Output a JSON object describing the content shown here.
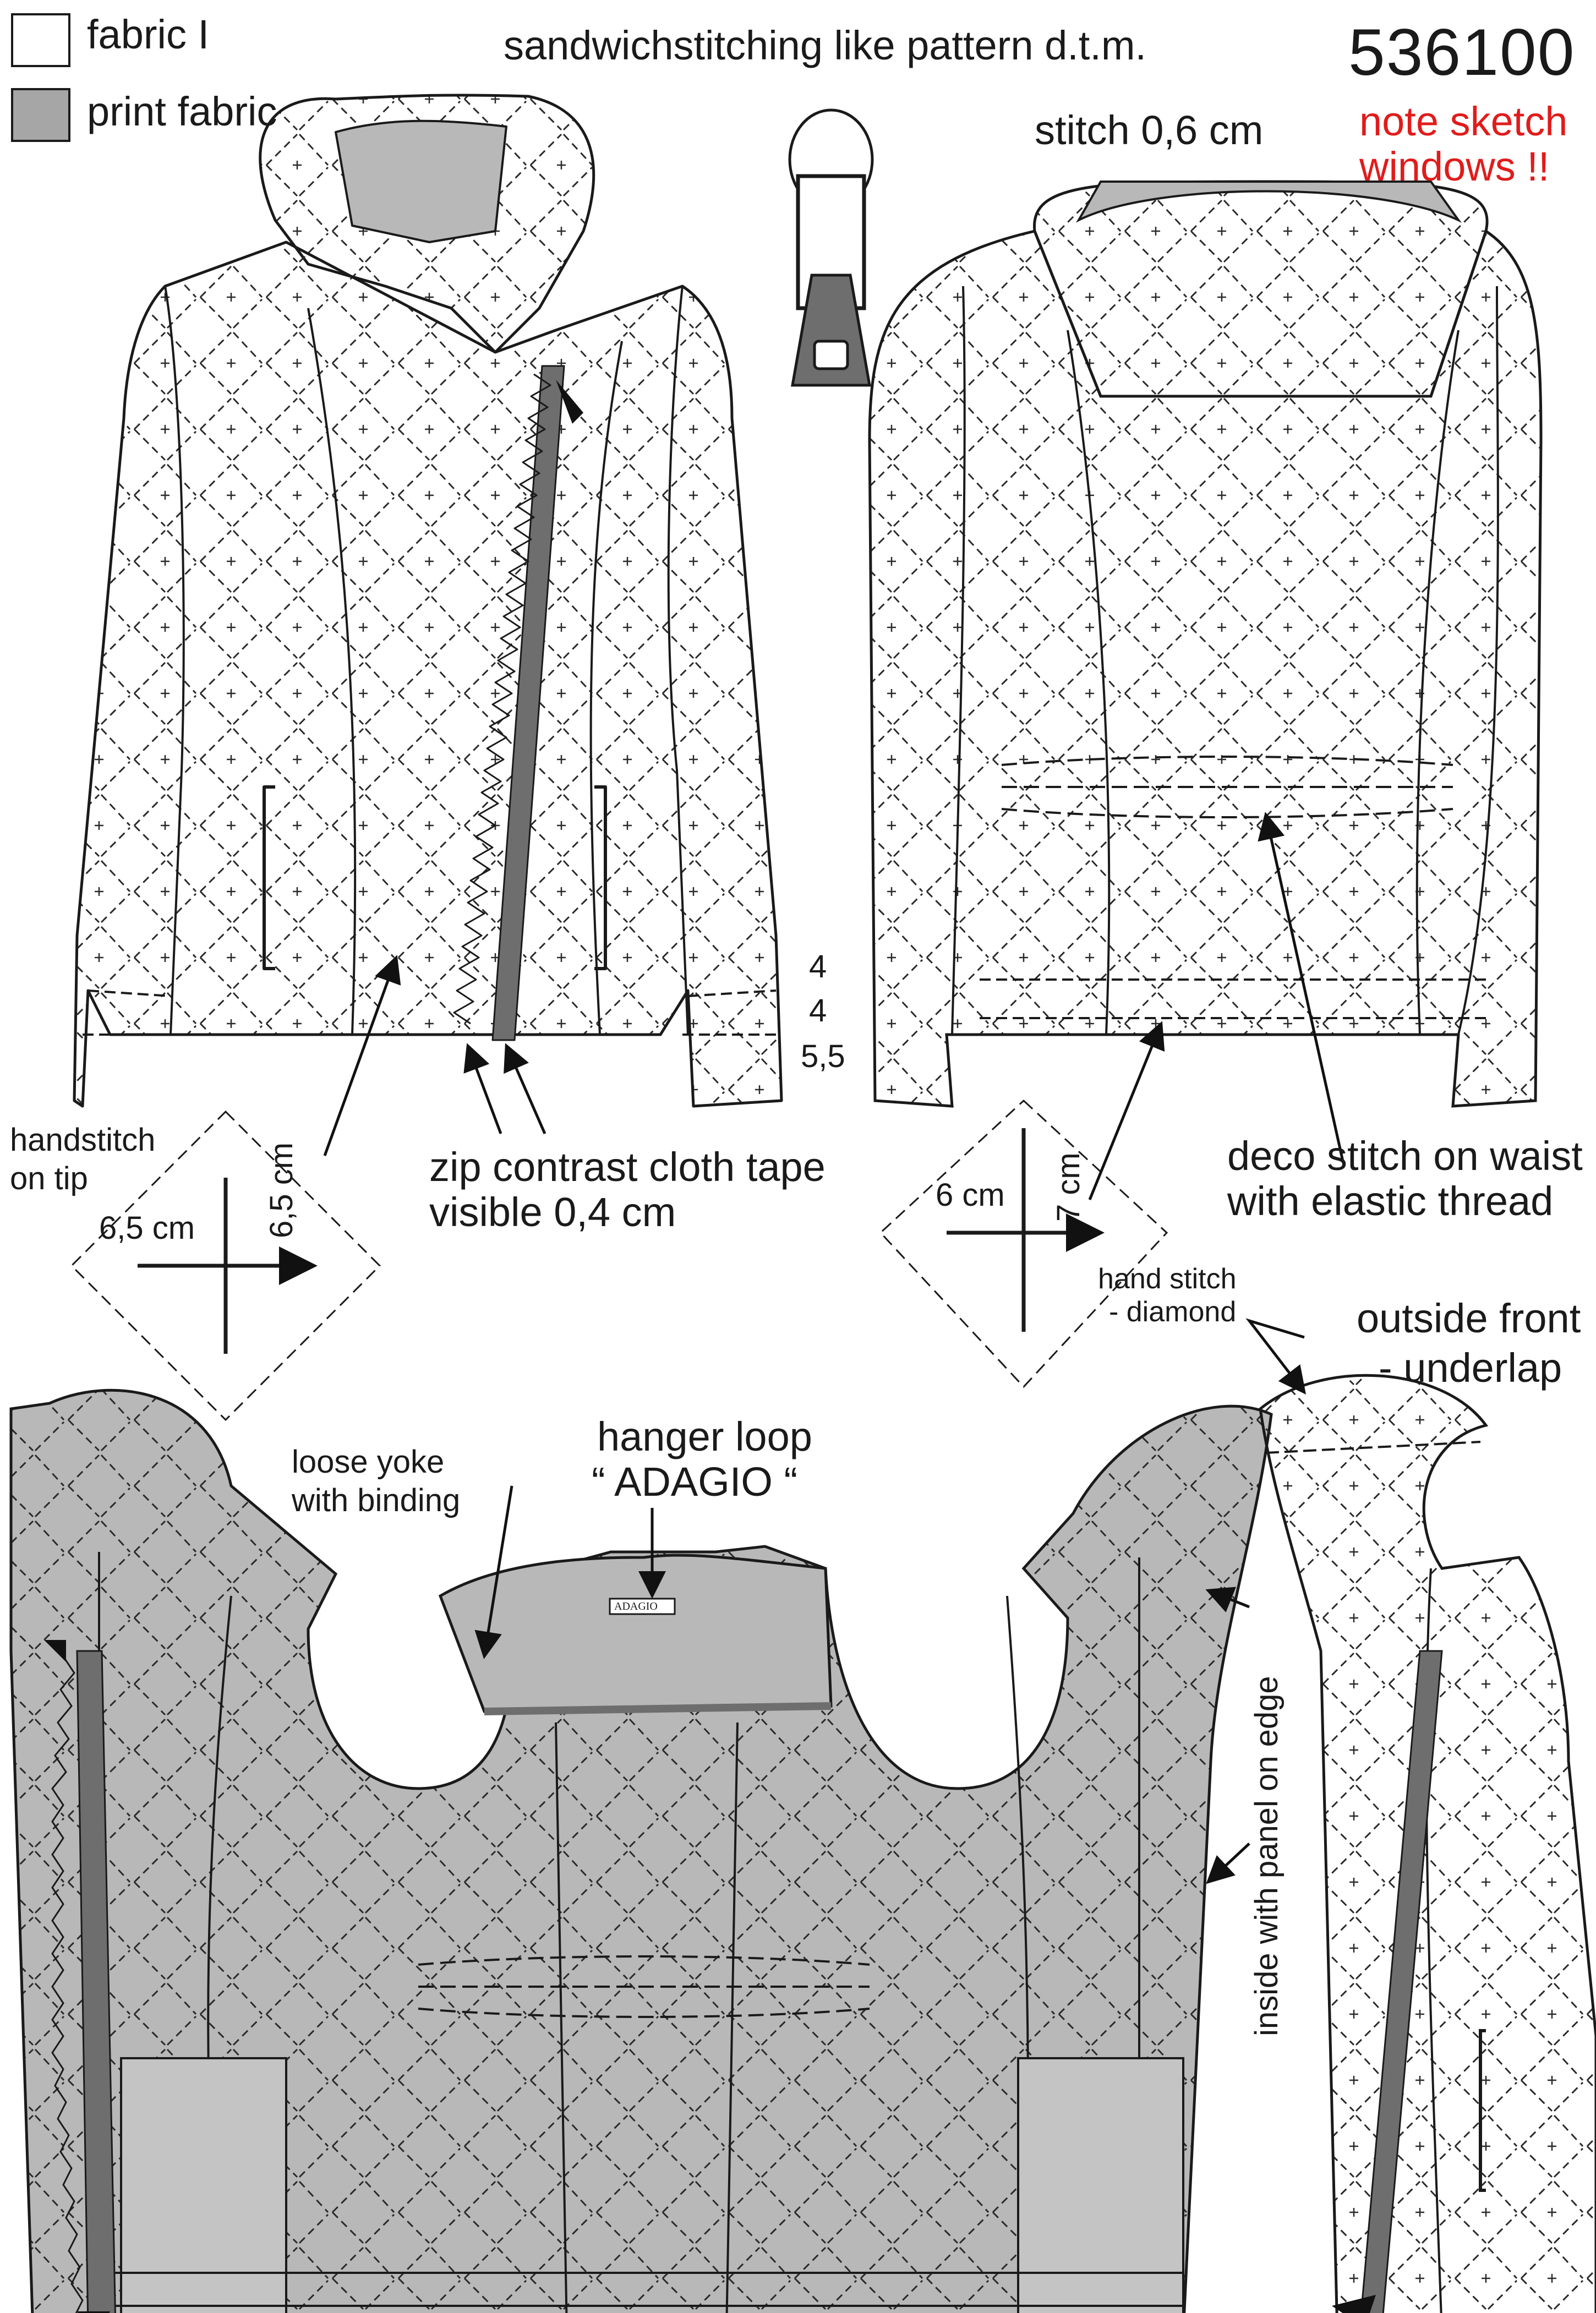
{
  "header": {
    "title": "sandwichstitching like pattern d.t.m.",
    "style_number": "536100",
    "note": [
      "note sketch",
      "windows !!"
    ],
    "stitch_spec": "stitch 0,6 cm"
  },
  "legend": [
    {
      "label": "fabric I",
      "swatch": "#ffffff"
    },
    {
      "label": "print fabric",
      "swatch": "#a6a6a6"
    }
  ],
  "colors": {
    "print_fabric": "#b8b8b8",
    "outline": "#1a1a1a",
    "note": "#e11b1b",
    "zip_tape": "#6e6e6e"
  },
  "measurements": {
    "hem_stack": [
      "4",
      "4",
      "5,5"
    ],
    "left_diamond": {
      "width": "6,5 cm",
      "height": "6,5 cm"
    },
    "right_diamond": {
      "width": "6 cm",
      "height": "7 cm"
    }
  },
  "callouts": {
    "handstitch_tip": [
      "handstitch",
      "on tip"
    ],
    "zip": [
      "zip contrast  cloth tape",
      "visible 0,4 cm"
    ],
    "deco_stitch": [
      "deco stitch on waist",
      "with elastic thread"
    ],
    "hand_stitch_diamond": [
      "hand stitch",
      "- diamond"
    ],
    "outside_front": [
      "outside front",
      "- underlap"
    ],
    "loose_yoke": [
      "loose yoke",
      "with binding"
    ],
    "hanger_loop": [
      "hanger loop",
      "“ ADAGIO “"
    ],
    "inside_panel": "inside with panel on edge",
    "label_tag": "ADAGIO"
  },
  "icons": [
    "zipper-pull-icon",
    "arrow-icon",
    "cross-arrows-icon"
  ]
}
